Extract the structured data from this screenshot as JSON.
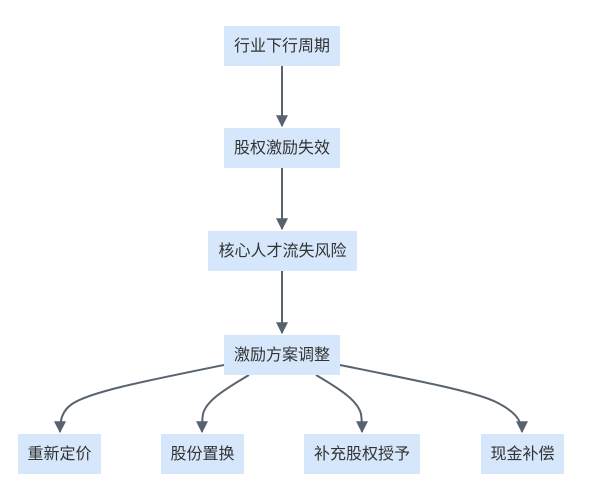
{
  "colors": {
    "node_fill": "#d6e7fb",
    "edge_stroke": "#58636e",
    "text": "#333333"
  },
  "nodes": {
    "industry_downturn": "行业下行周期",
    "equity_incentive_failure": "股权激励失效",
    "talent_loss_risk": "核心人才流失风险",
    "incentive_plan_adjustment": "激励方案调整",
    "repricing": "重新定价",
    "share_swap": "股份置换",
    "supplementary_grant": "补充股权授予",
    "cash_compensation": "现金补偿"
  },
  "edges": [
    {
      "from": "industry_downturn",
      "to": "equity_incentive_failure"
    },
    {
      "from": "equity_incentive_failure",
      "to": "talent_loss_risk"
    },
    {
      "from": "talent_loss_risk",
      "to": "incentive_plan_adjustment"
    },
    {
      "from": "incentive_plan_adjustment",
      "to": "repricing"
    },
    {
      "from": "incentive_plan_adjustment",
      "to": "share_swap"
    },
    {
      "from": "incentive_plan_adjustment",
      "to": "supplementary_grant"
    },
    {
      "from": "incentive_plan_adjustment",
      "to": "cash_compensation"
    }
  ]
}
